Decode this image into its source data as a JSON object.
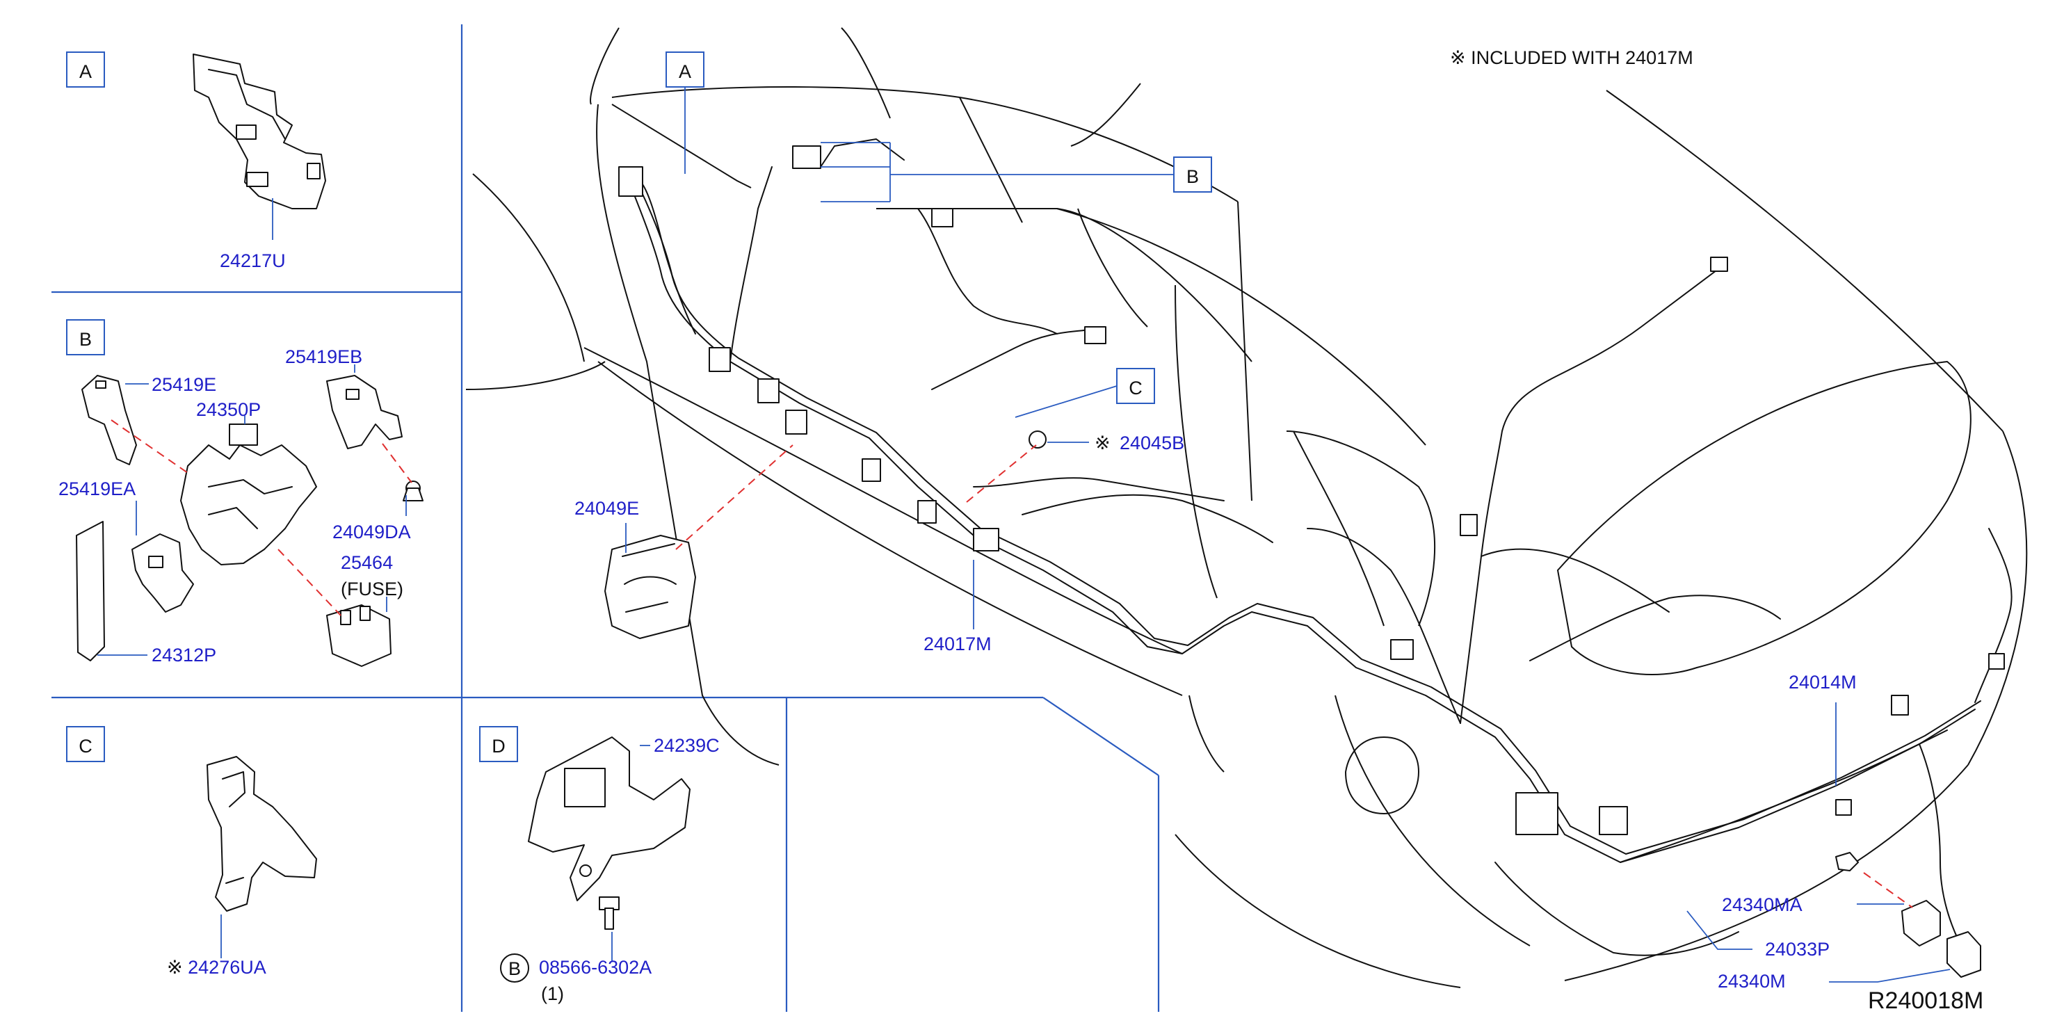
{
  "note": {
    "symbol": "※",
    "text": "INCLUDED WITH 24017M"
  },
  "reference": "R240018M",
  "boxes": {
    "a": "A",
    "b": "B",
    "c": "C",
    "d": "D"
  },
  "parts": {
    "p24217U": "24217U",
    "p25419E": "25419E",
    "p25419EB": "25419EB",
    "p24350P": "24350P",
    "p25419EA": "25419EA",
    "p24049DA": "24049DA",
    "p25464": "25464",
    "fuse": "(FUSE)",
    "p24312P": "24312P",
    "p24276UA": "24276UA",
    "p24239C": "24239C",
    "p08566": "08566-6302A",
    "qty": "(1)",
    "p24049E": "24049E",
    "p24017M": "24017M",
    "p24045B": "24045B",
    "p24014M": "24014M",
    "p24340MA": "24340MA",
    "p24033P": "24033P",
    "p24340M": "24340M"
  }
}
